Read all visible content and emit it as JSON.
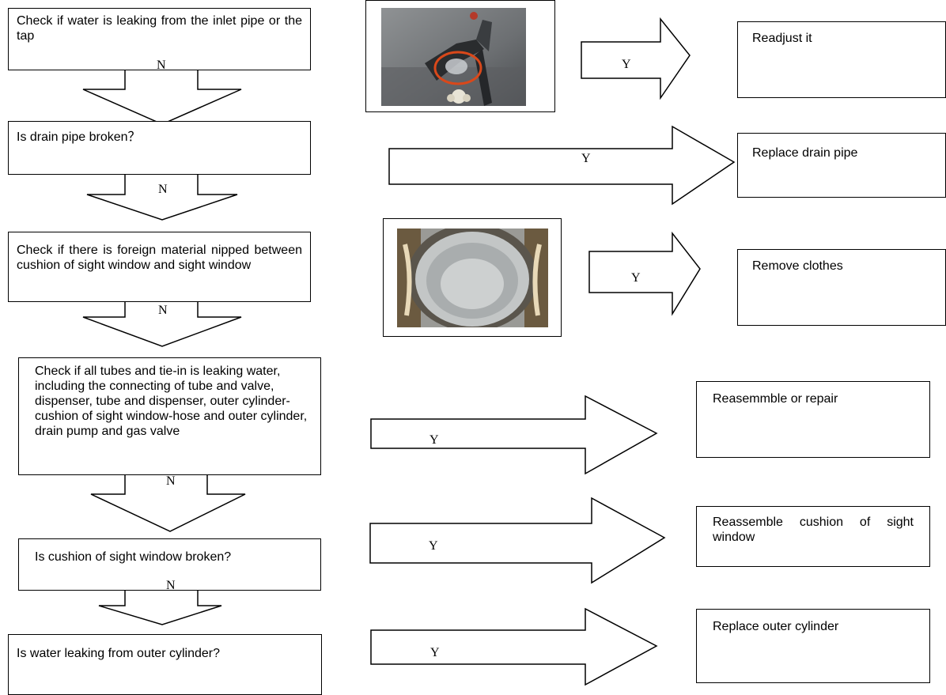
{
  "steps": [
    {
      "question": "Check if water is leaking from the inlet pipe or the tap",
      "no": "N",
      "yes": "Y",
      "action": "Readjust it"
    },
    {
      "question": "Is drain pipe broken？",
      "no": "N",
      "yes": "Y",
      "action": "Replace drain pipe"
    },
    {
      "question": "Check if there is foreign material nipped between cushion of sight window and sight window",
      "no": "N",
      "yes": "Y",
      "action": "Remove clothes"
    },
    {
      "question": "Check if all tubes and tie-in is leaking water, including the connecting of tube and valve, dispenser, tube and dispenser, outer cylinder-cushion of sight window-hose and outer cylinder, drain pump and gas valve",
      "no": "N",
      "yes": "Y",
      "action": "Reasemmble or repair"
    },
    {
      "question": "Is cushion of sight window broken?",
      "no": "N",
      "yes": "Y",
      "action": "Reassemble cushion of sight window"
    },
    {
      "question": "Is water leaking from outer cylinder?",
      "yes": "Y",
      "action": "Replace outer cylinder"
    }
  ],
  "colors": {
    "line": "#000000",
    "highlight_circle": "#d9481a"
  }
}
